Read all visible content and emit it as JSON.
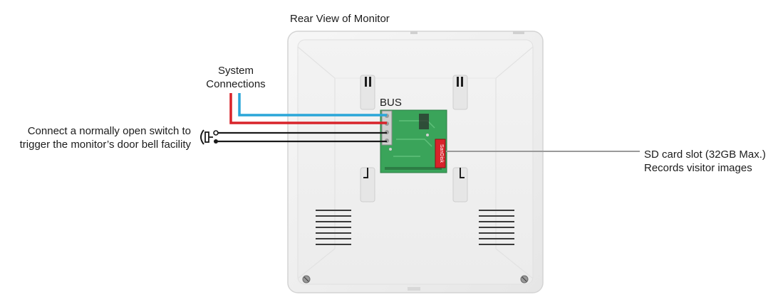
{
  "title": "Rear View of Monitor",
  "labels": {
    "system_connections": [
      "System",
      "Connections"
    ],
    "bus": "BUS",
    "switch_note": [
      "Connect a normally open switch to",
      "trigger the monitor’s door bell facility"
    ],
    "sd_card": [
      "SD card slot (32GB Max.)",
      "Records visitor images"
    ],
    "sd_brand": "SanDisk"
  },
  "colors": {
    "red_wire": "#d8232a",
    "blue_wire": "#2aa6d8",
    "black_wire": "#1a1a1a",
    "pcb": "#3aa45a",
    "callout_line": "#9a9a9a",
    "housing": "#f2f2f2"
  }
}
